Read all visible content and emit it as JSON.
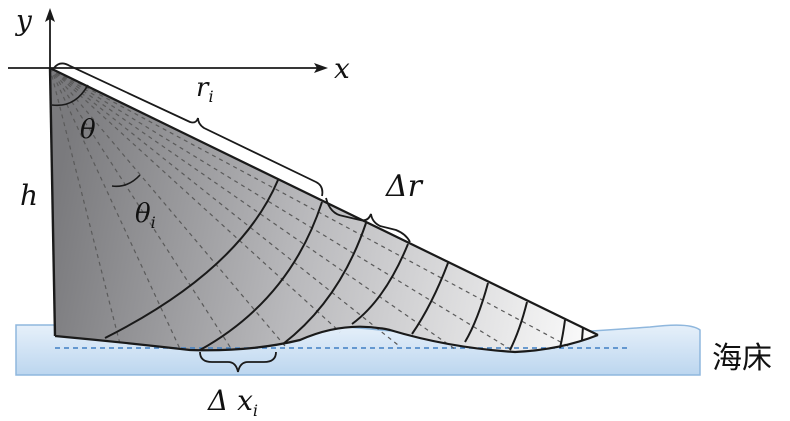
{
  "labels": {
    "axis_x": "x",
    "axis_y": "y",
    "height": "h",
    "theta": "θ",
    "theta_i_main": "θ",
    "theta_i_sub": "i",
    "r_i_main": "r",
    "r_i_sub": "i",
    "delta_r": "Δr",
    "delta_x_main": "Δ x",
    "delta_x_sub": "i",
    "seabed": "海床"
  },
  "colors": {
    "seabed_fill": "#cfe3f5",
    "seabed_stroke": "#8fb7dd",
    "waterline_dash": "#3f7fc3",
    "wedge_dark": "#7d7d80",
    "wedge_light": "#f7f7f7",
    "line": "#1a1a1a",
    "ray_dash": "#5a5a5a"
  }
}
